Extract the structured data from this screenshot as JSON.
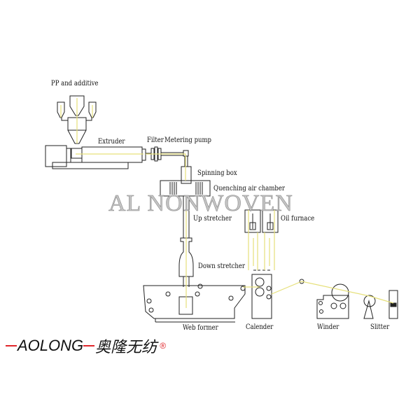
{
  "labels": {
    "pp_additive": "PP and additive",
    "extruder": "Extruder",
    "filter": "Filter",
    "metering_pump": "Metering pump",
    "spinning_box": "Spinning box",
    "quenching": "Quenching air chamber",
    "up_stretcher": "Up stretcher",
    "oil_furnace": "Oil furnace",
    "down_stretcher": "Down stretcher",
    "web_former": "Web former",
    "calender": "Calender",
    "winder": "Winder",
    "slitter": "Slitter"
  },
  "watermark": "AL NONWOVEN",
  "logo": {
    "latin": "AOLONG",
    "chinese": "奥隆无纺",
    "mark": "®"
  },
  "colors": {
    "line": "#222222",
    "flow": "#e6e07a",
    "logo_red": "#e0262b"
  }
}
